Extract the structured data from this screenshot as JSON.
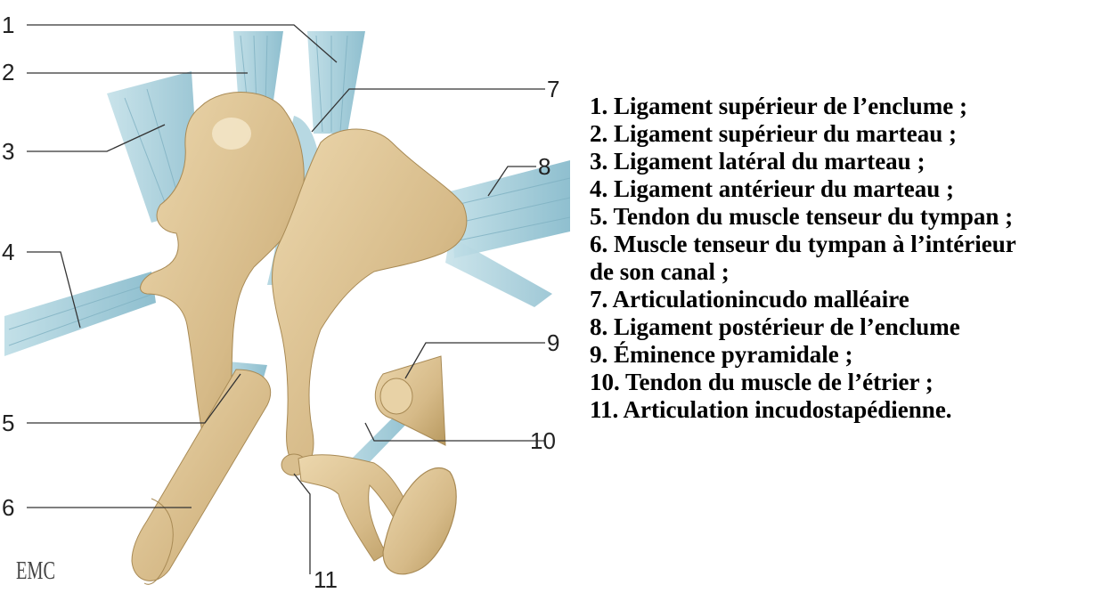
{
  "diagram": {
    "logo": "EMC",
    "callouts": [
      "1",
      "2",
      "3",
      "4",
      "5",
      "6",
      "7",
      "8",
      "9",
      "10",
      "11"
    ],
    "colors": {
      "bone": "#d9bf8f",
      "bone_shade": "#b89a66",
      "ligament": "#a9cfdb",
      "ligament_line": "#7fb1c2"
    }
  },
  "legend": [
    "1. Ligament supérieur de l’enclume ;",
    "2. Ligament supérieur du marteau ;",
    "3. Ligament latéral du marteau ;",
    "4. Ligament antérieur du marteau ;",
    "5. Tendon du muscle tenseur du tympan ;",
    "6. Muscle tenseur du tympan à l’intérieur",
    "de son canal ;",
    "7. Articulationincudo malléaire",
    "8. Ligament postérieur de l’enclume",
    "9. Éminence pyramidale ;",
    "10. Tendon du muscle de l’étrier ;",
    "11. Articulation incudostapédienne."
  ]
}
